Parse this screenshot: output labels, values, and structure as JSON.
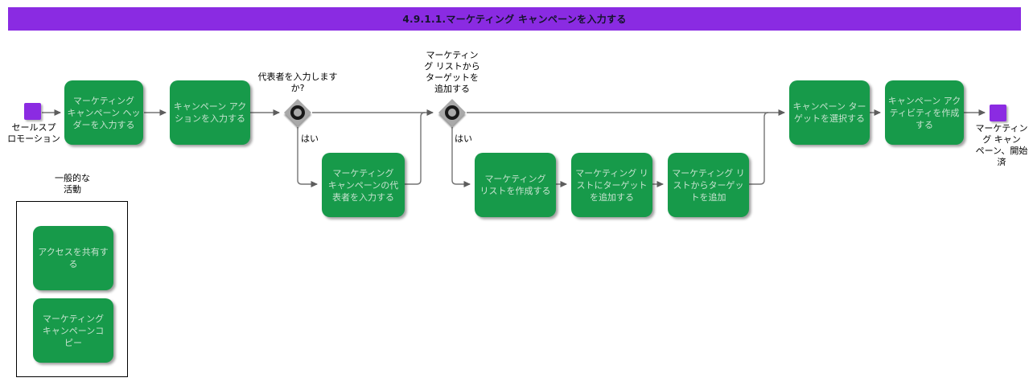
{
  "title": "4.9.1.1.マーケティング キャンペーンを入力する",
  "colors": {
    "header": "#8A2BE2",
    "event": "#8B2BE2",
    "task": "#179A4A",
    "task_text": "#C6E3CF",
    "gateway": "#A9A9A9",
    "line": "#747474",
    "legend_border": "#000000"
  },
  "flow": {
    "start_label": "セールスプ\nロモーション",
    "end_label": "マーケティン\nグ キャン\nペーン、開始\n済",
    "tasks": [
      {
        "label": "マーケティング\nキャンペーン ヘッ\nダーを入力する"
      },
      {
        "label": "キャンペーン アク\nションを入力する"
      },
      {
        "label": "マーケティング\nキャンペーンの代\n表者を入力する"
      },
      {
        "label": "マーケティング\nリストを作成する"
      },
      {
        "label": "マーケティング リ\nストにターゲット\nを追加する"
      },
      {
        "label": "マーケティング リ\nストからターゲッ\nトを追加"
      },
      {
        "label": "キャンペーン ター\nゲットを選択する"
      },
      {
        "label": "キャンペーン アク\nティビティを作成\nする"
      }
    ],
    "gateways": [
      {
        "question": "代表者を入力します\nか?",
        "branch_label": "はい"
      },
      {
        "question": "マーケティン\nグ リストから\nターゲットを\n追加する",
        "branch_label": "はい"
      }
    ]
  },
  "legend": {
    "title": "一般的な\n活動",
    "items": [
      {
        "label": "アクセスを共有する"
      },
      {
        "label": "マーケティング\nキャンペーンコ\nピー"
      }
    ]
  }
}
